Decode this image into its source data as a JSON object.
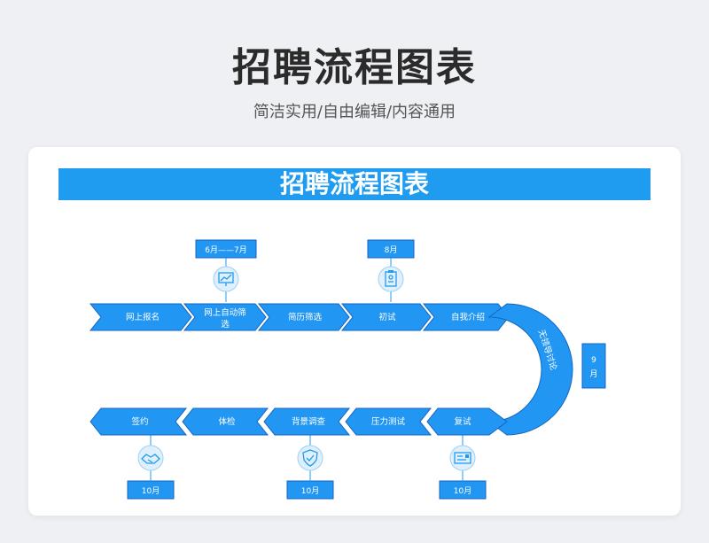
{
  "header": {
    "title": "招聘流程图表",
    "subtitle": "简洁实用/自由编辑/内容通用"
  },
  "card": {
    "banner": "招聘流程图表"
  },
  "flow": {
    "top_row": [
      "网上报名",
      "网上自动筛选",
      "简历筛选",
      "初试",
      "自我介绍"
    ],
    "curve_label": "无领导讨论",
    "bottom_row": [
      "复试",
      "压力测试",
      "背景调查",
      "体检",
      "签约"
    ]
  },
  "time_tags": {
    "tag_1": "6月——7月",
    "tag_2": "8月",
    "tag_3": "9月",
    "tag_4": "10月",
    "tag_5": "10月",
    "tag_6": "10月"
  },
  "icons": [
    "chart-board-icon",
    "clipboard-icon",
    "handshake-icon",
    "shield-check-icon",
    "id-card-icon"
  ],
  "colors": {
    "primary": "#2196f3",
    "banner": "#1f9cf0",
    "stroke": "#1565c0",
    "icon_bg": "#dff0fc"
  }
}
